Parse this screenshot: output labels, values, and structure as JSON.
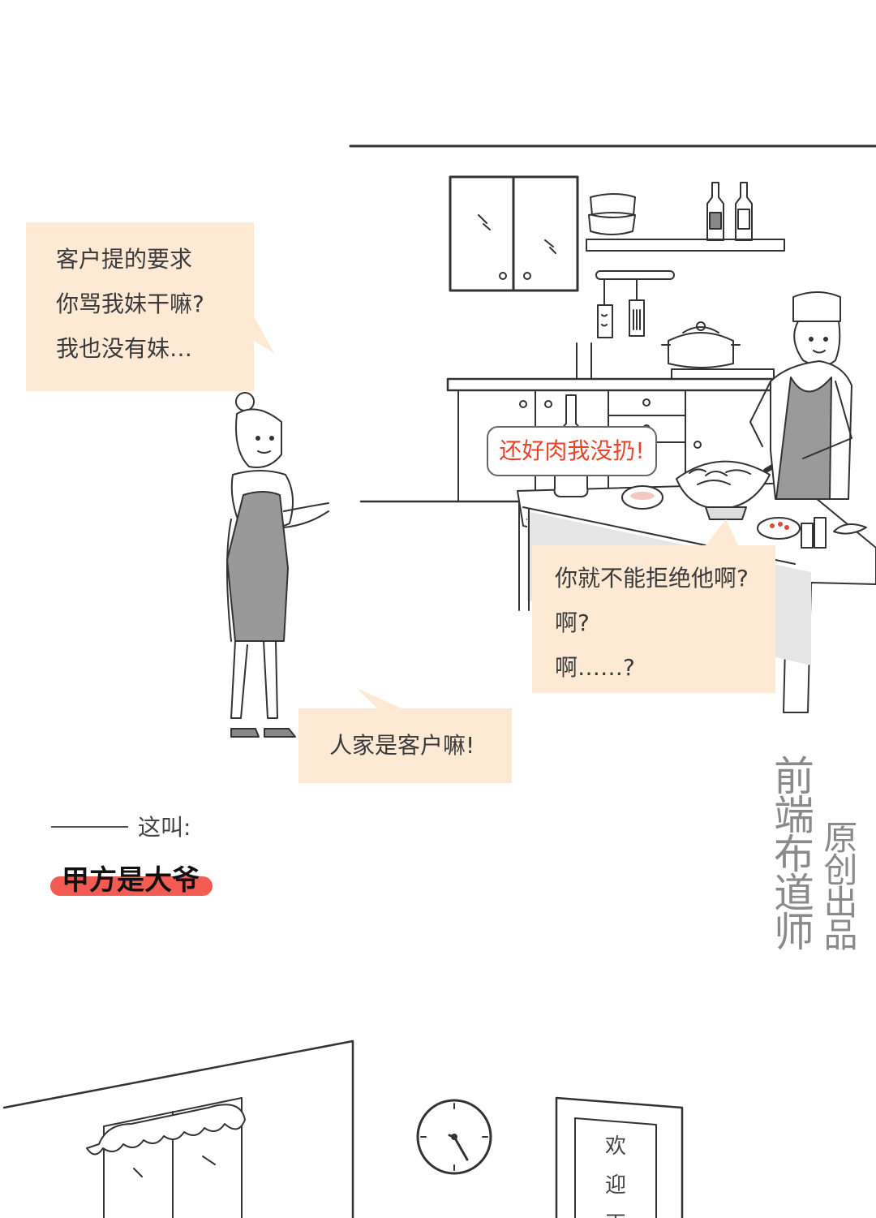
{
  "bubble_top_left": {
    "lines": [
      "客户提的要求",
      "你骂我妹干嘛?",
      "我也没有妹…"
    ]
  },
  "chef_caption": "还好肉我没扔!",
  "bubble_right": {
    "lines": [
      "你就不能拒绝他啊?",
      "啊?",
      "啊……?"
    ]
  },
  "bubble_bottom": {
    "lines": [
      "人家是客户嘛!"
    ]
  },
  "caption": {
    "intro": "这叫:",
    "slogan": "甲方是大爷"
  },
  "watermark": {
    "brand": "前端布道师",
    "original": "原创出品"
  },
  "shop_sign": [
    "欢",
    "迎",
    "再"
  ],
  "colors": {
    "bubble_bg": "#fde9d4",
    "highlight": "#f45b52",
    "chef_caption_text": "#e8442a"
  }
}
